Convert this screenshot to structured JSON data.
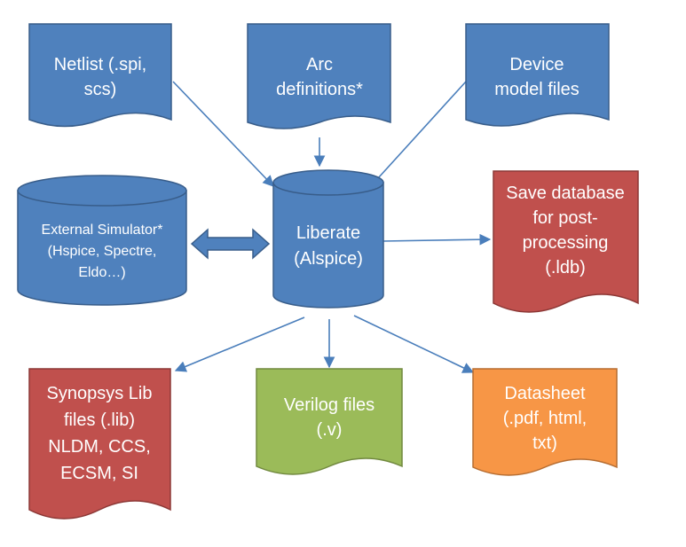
{
  "colors": {
    "blue": "#4f81bd",
    "blue_stroke": "#385d8a",
    "red": "#c0504d",
    "red_stroke": "#8c3836",
    "green": "#9bbb59",
    "green_stroke": "#71893f",
    "orange": "#f79646",
    "orange_stroke": "#b66d31",
    "arrow": "#4a7ebb"
  },
  "inputs": {
    "netlist": [
      "Netlist (.spi,",
      "scs)"
    ],
    "arc": [
      "Arc",
      "definitions*"
    ],
    "device": [
      "Device",
      "model files"
    ]
  },
  "external_simulator": [
    "External Simulator*",
    "(Hspice, Spectre,",
    "Eldo…)"
  ],
  "liberate": [
    "Liberate",
    "(Alspice)"
  ],
  "save_database": [
    "Save database",
    "for post-",
    "processing",
    "(.ldb)"
  ],
  "outputs": {
    "synopsys": [
      "Synopsys Lib",
      "files (.lib)",
      "NLDM, CCS,",
      "ECSM, SI"
    ],
    "verilog": [
      "Verilog files",
      "(.v)"
    ],
    "datasheet": [
      "Datasheet",
      "(.pdf, html,",
      "txt)"
    ]
  }
}
